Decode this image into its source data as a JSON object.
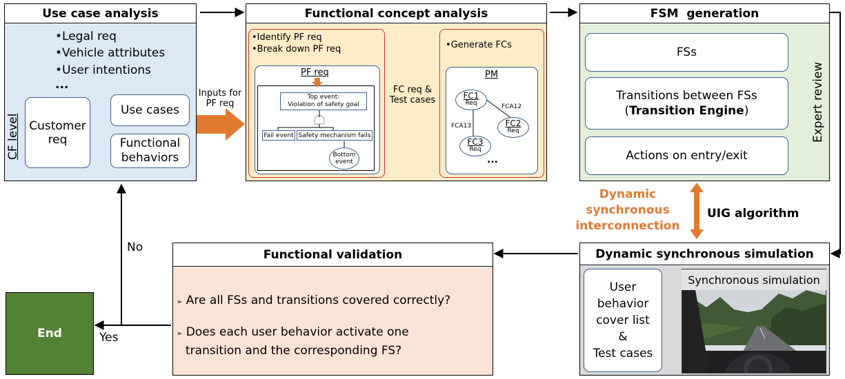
{
  "use_case": {
    "title": "Use case analysis",
    "bullets": [
      "Legal req",
      "Vehicle attributes",
      "User intentions",
      "..."
    ],
    "cf_level": "CF level",
    "customer_req": [
      "Customer",
      "req"
    ],
    "use_cases": "Use cases",
    "functional_behaviors": [
      "Functional",
      "behaviors"
    ]
  },
  "inputs_label": [
    "Inputs for",
    "PF req"
  ],
  "functional_concept": {
    "title": "Functional concept analysis",
    "left_bullets": [
      "Identify PF req",
      "Break down PF req"
    ],
    "pf_req": "PF req",
    "top_event": [
      "Top event:",
      "Violation of safety goal"
    ],
    "fail_event": "Fail event",
    "safety_mechanism": "Safety mechanism fails",
    "bottom_event": [
      "Bottom",
      "event"
    ],
    "fc_req_label": [
      "FC req &",
      "Test cases"
    ],
    "right_bullet": "Generate FCs",
    "pm": "PM",
    "fc1": "FC1",
    "fc2": "FC2",
    "fc3": "FC3",
    "req": "Req",
    "fca12": "FCA12",
    "fca13": "FCA13",
    "ellipsis": "..."
  },
  "fsm": {
    "title": "FSM  generation",
    "fss": "FSs",
    "transitions_line1": "Transitions between FSs",
    "transitions_open": "(",
    "transition_engine": "Transition Engine",
    "transitions_close": ")",
    "actions": "Actions on entry/exit",
    "expert_review": "Expert review"
  },
  "dyn_label": [
    "Dynamic",
    "synchronous",
    "interconnection"
  ],
  "uig": "UIG algorithm",
  "simulation": {
    "title": "Dynamic synchronous simulation",
    "cover_list": [
      "User",
      "behavior",
      "cover list",
      "&",
      "Test cases"
    ],
    "sync_title": "Synchronous simulation"
  },
  "validation": {
    "title": "Functional validation",
    "q1": "Are all FSs and transitions covered correctly?",
    "q2_line1": "Does each user behavior activate one",
    "q2_line2": "transition and the corresponding FS?"
  },
  "no": "No",
  "yes": "Yes",
  "end": "End",
  "colors": {
    "blue_bg": "#dde8f5",
    "orange_bg": "#fdecc8",
    "green_bg": "#e3efd9",
    "salmon_bg": "#fbe4d5",
    "orange": "#e07a30",
    "red": "#e00000",
    "end_green": "#548235"
  }
}
